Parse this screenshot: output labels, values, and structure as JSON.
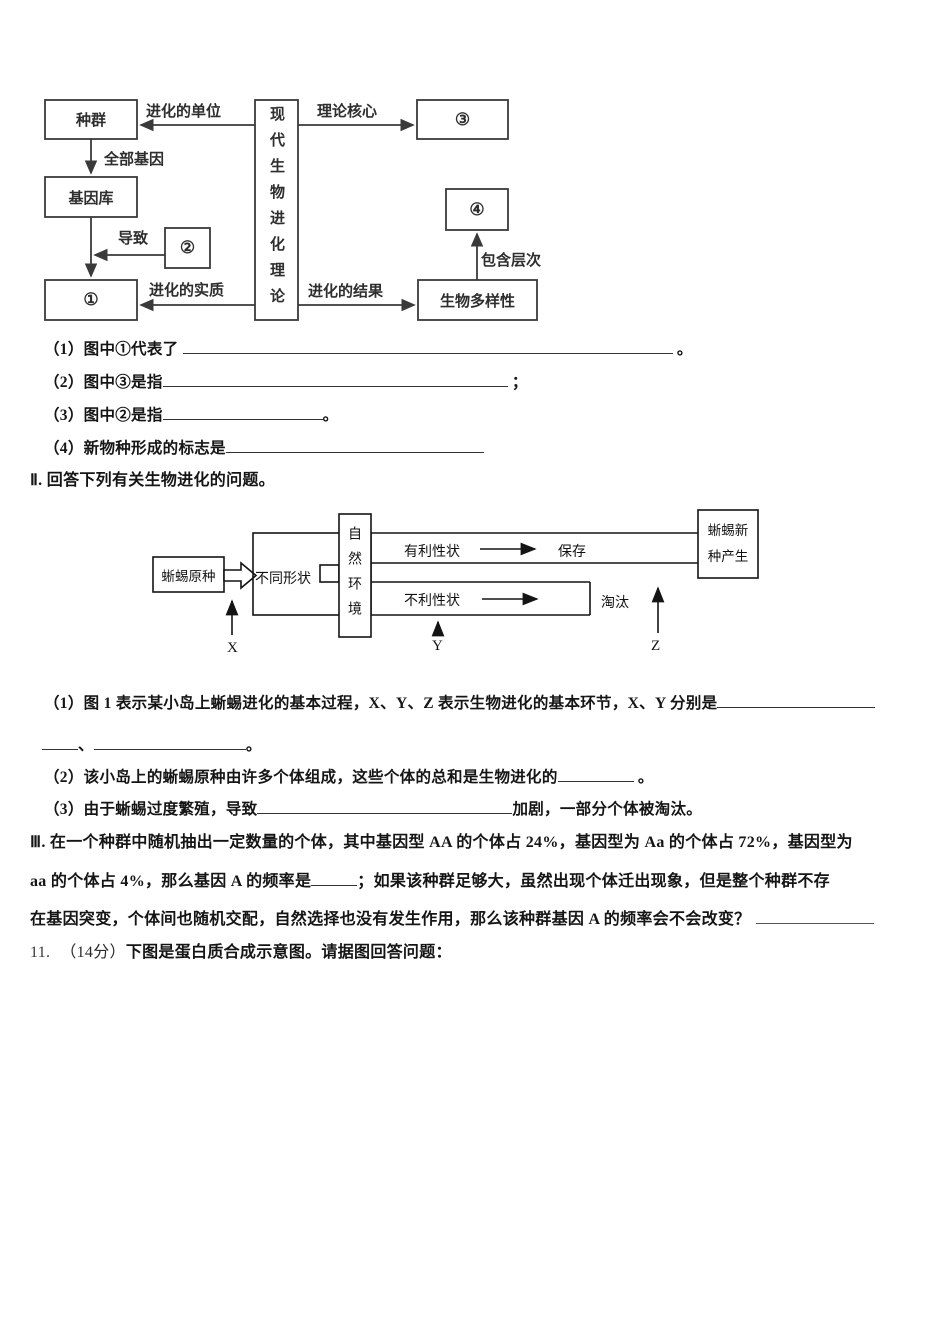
{
  "colors": {
    "text": "#151515",
    "diagram1_stroke": "#3a3a3a",
    "diagram2_stroke": "#141414",
    "blank_line": "#333333"
  },
  "diagram1": {
    "boxes": {
      "population": "种群",
      "gene_pool": "基因库",
      "blank1": "①",
      "blank2": "②",
      "blank3": "③",
      "blank4": "④",
      "biodiversity": "生物多样性",
      "center_title": "现代生物进化理论"
    },
    "labels": {
      "unit": "进化的单位",
      "all_genes": "全部基因",
      "cause": "导致",
      "essence": "进化的实质",
      "core": "理论核心",
      "result": "进化的结果",
      "levels": "包含层次"
    }
  },
  "q10": {
    "sub1_pre": "（1）图中①代表了 ",
    "sub1_end": " 。",
    "sub2_pre": "（2）图中③是指",
    "sub2_end": " ；",
    "sub3_pre": "（3）图中②是指",
    "sub3_end": "。",
    "sub4_pre": "（4）新物种形成的标志是",
    "part2_heading": "Ⅱ. 回答下列有关生物进化的问题。"
  },
  "diagram2": {
    "boxes": {
      "original_species": "蜥蜴原种",
      "different_shapes": "不同形状",
      "environment": "自然环境",
      "new_species_line1": "蜥蜴新",
      "new_species_line2": "种产生"
    },
    "labels": {
      "favorable": "有利性状",
      "preserved": "保存",
      "unfavorable": "不利性状",
      "eliminated": "淘汰",
      "x": "X",
      "y": "Y",
      "z": "Z"
    }
  },
  "q2sec": {
    "sub1_pre": "（1）图 1 表示某小岛上蜥蜴进化的基本过程，X、Y、Z 表示生物进化的基本环节，X、Y 分别是",
    "sub1_sep": "、",
    "sub1_end": "。",
    "sub2_pre": "（2）该小岛上的蜥蜴原种由许多个体组成，这些个体的总和是生物进化的",
    "sub2_end": " 。",
    "sub3_pre": "（3）由于蜥蜴过度繁殖，导致",
    "sub3_end": "加剧，一部分个体被淘汰。"
  },
  "part3": {
    "line1": "Ⅲ. 在一个种群中随机抽出一定数量的个体，其中基因型 AA 的个体占 24%，基因型为 Aa 的个体占 72%，基因型为",
    "line2_pre": "aa 的个体占 4%，那么基因 A 的频率是",
    "line2_post": "；如果该种群足够大，虽然出现个体迁出现象，但是整个种群不存",
    "line3_pre": "在基因突变，个体间也随机交配，自然选择也没有发生作用，那么该种群基因 A 的频率会不会改变？"
  },
  "q11": {
    "number": "11.",
    "score": "（14分）",
    "text": "下图是蛋白质合成示意图。请据图回答问题："
  }
}
